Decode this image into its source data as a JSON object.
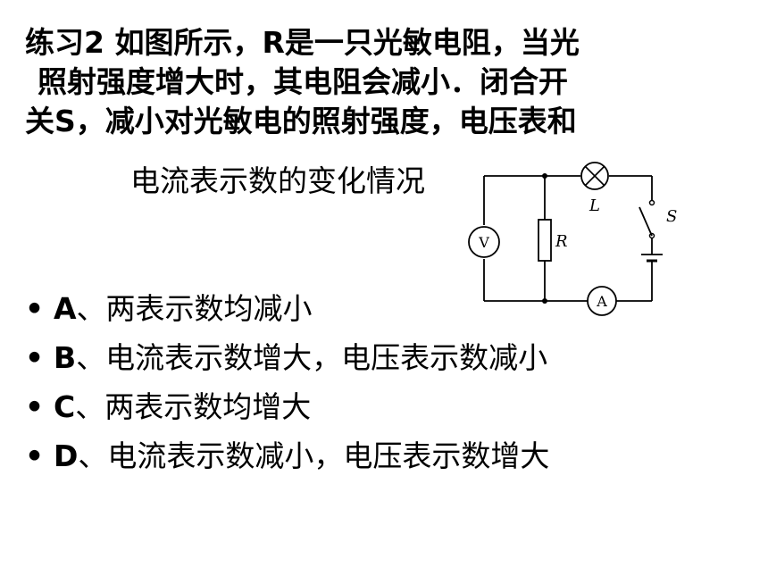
{
  "question": {
    "line1": "练习2 如图所示，R是一只光敏电阻，当光",
    "line2": "照射强度增大时，其电阻会减小．闭合开",
    "line3": "关S，减小对光敏电的照射强度，电压表和",
    "line4": "电流表示数的变化情况"
  },
  "options": [
    {
      "bullet": "•",
      "letter": "A",
      "text": "、两表示数均减小"
    },
    {
      "bullet": "•",
      "letter": "B",
      "text": "、电流表示数增大，电压表示数减小"
    },
    {
      "bullet": "•",
      "letter": "C",
      "text": "、两表示数均增大"
    },
    {
      "bullet": "•",
      "letter": "D",
      "text": "、电流表示数减小，电压表示数增大"
    }
  ],
  "circuit": {
    "voltmeter_label": "V",
    "ammeter_label": "A",
    "resistor_label": "R",
    "lamp_label": "L",
    "switch_label": "S"
  }
}
